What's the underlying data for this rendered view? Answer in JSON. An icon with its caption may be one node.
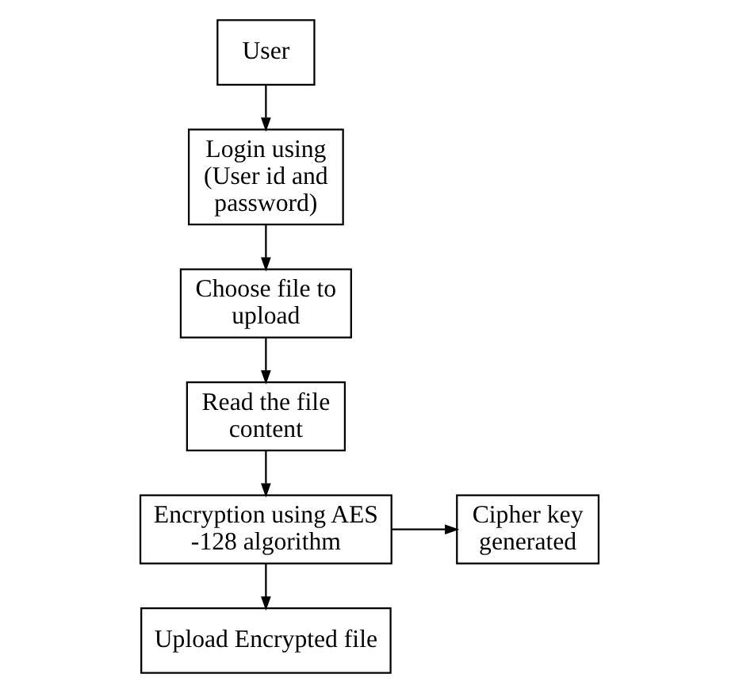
{
  "diagram": {
    "nodes": [
      {
        "text": [
          "User"
        ]
      },
      {
        "text": [
          "Login using (User id and password)"
        ]
      },
      {
        "text": [
          "Choose file to upload"
        ]
      },
      {
        "text": [
          "Read the file content"
        ]
      },
      {
        "text": [
          "Encryption using AES -128 algorithm"
        ]
      },
      {
        "text": [
          "Cipher key generated"
        ]
      },
      {
        "text": [
          "Upload Encrypted file"
        ]
      }
    ],
    "edges": [
      {
        "from": 0,
        "to": 1,
        "arrow": "to"
      },
      {
        "from": 1,
        "to": 2,
        "arrow": "to"
      },
      {
        "from": 2,
        "to": 3,
        "arrow": "to"
      },
      {
        "from": 3,
        "to": 4,
        "arrow": "to"
      },
      {
        "from": 4,
        "to": 5,
        "arrow": "to"
      },
      {
        "from": 4,
        "to": 6,
        "arrow": "to"
      }
    ]
  }
}
